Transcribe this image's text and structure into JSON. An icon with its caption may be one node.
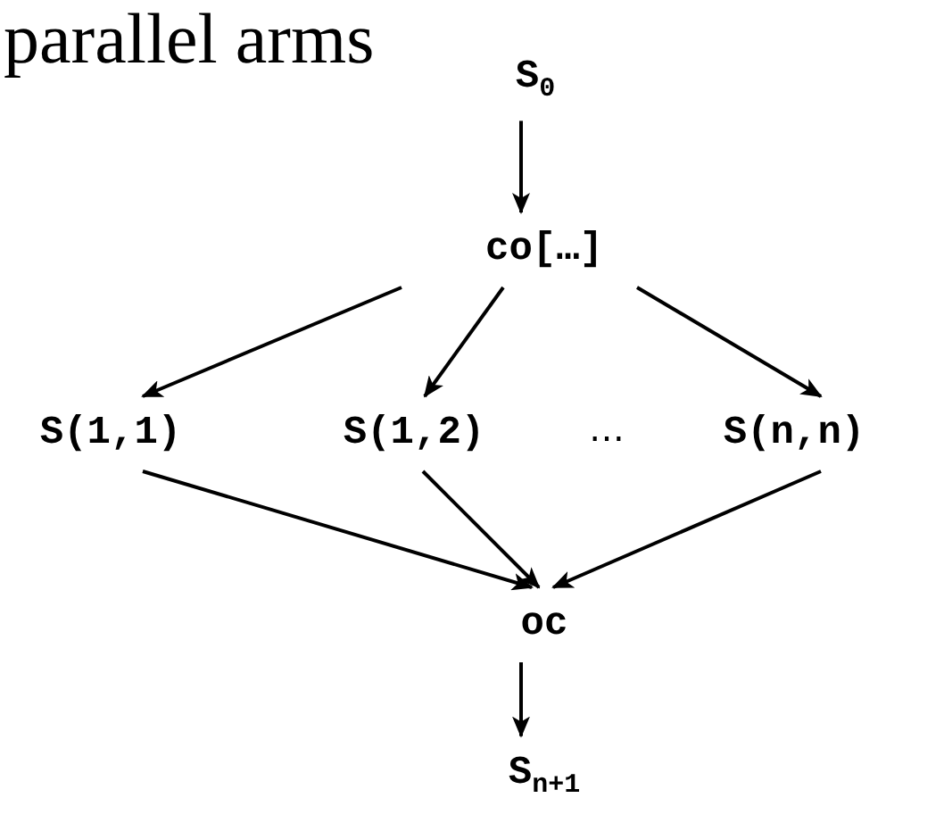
{
  "diagram": {
    "title": "parallel arms",
    "nodes": [
      {
        "text": [
          "S$_{0}$"
        ]
      },
      {
        "text": [
          "co[…]"
        ]
      },
      {
        "text": [
          "S(1,1)"
        ]
      },
      {
        "text": [
          "S(1,2)"
        ]
      },
      {
        "text": [
          "S(n,n)"
        ]
      },
      {
        "text": [
          "oc"
        ]
      },
      {
        "text": [
          "S$_{n+1}$"
        ]
      }
    ],
    "edges": [
      {
        "from": 0,
        "to": 1,
        "arrow": "to"
      },
      {
        "from": 1,
        "to": 2,
        "arrow": "to"
      },
      {
        "from": 1,
        "to": 3,
        "arrow": "to"
      },
      {
        "from": 1,
        "to": 4,
        "arrow": "to"
      },
      {
        "from": 2,
        "to": 5,
        "arrow": "to"
      },
      {
        "from": 3,
        "to": 5,
        "arrow": "to"
      },
      {
        "from": 4,
        "to": 5,
        "arrow": "to"
      },
      {
        "from": 5,
        "to": 6,
        "arrow": "to"
      }
    ],
    "labels": [
      "⋯"
    ]
  }
}
